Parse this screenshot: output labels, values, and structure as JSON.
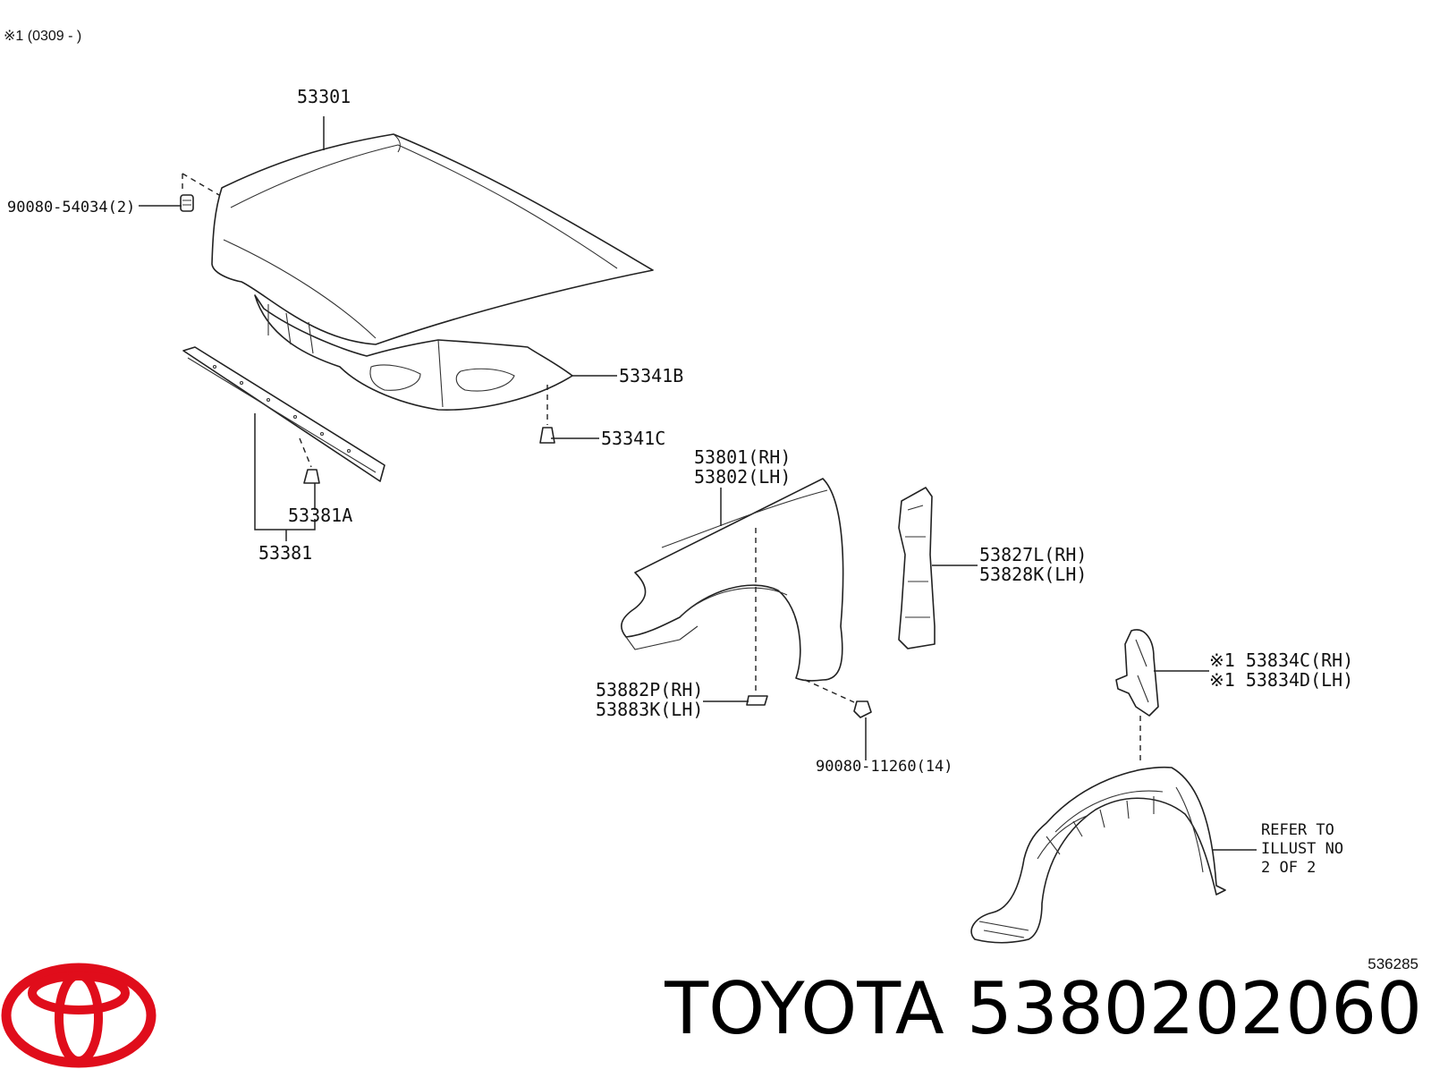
{
  "header_note": "※1 (0309 -      )",
  "callouts": {
    "hood": "53301",
    "hood_bolt": "90080-54034(2)",
    "insulator": "53341B",
    "insulator_clip": "53341C",
    "seal": "53381",
    "seal_clip": "53381A",
    "fender_rh": "53801(RH)",
    "fender_lh": "53802(LH)",
    "fender_bracket_rh": "53827L(RH)",
    "fender_bracket_lh": "53828K(LH)",
    "fender_seal_rh": "※1 53834C(RH)",
    "fender_seal_lh": "※1 53834D(LH)",
    "shim_rh": "53882P(RH)",
    "shim_lh": "53883K(LH)",
    "fender_bolt": "90080-11260(14)",
    "refer_line1": "REFER TO",
    "refer_line2": "ILLUST NO",
    "refer_line3": "2 OF 2"
  },
  "diagram_ref": "536285",
  "brand": {
    "title": "TOYOTA 5380202060",
    "logo_color": "#e00d1b"
  }
}
